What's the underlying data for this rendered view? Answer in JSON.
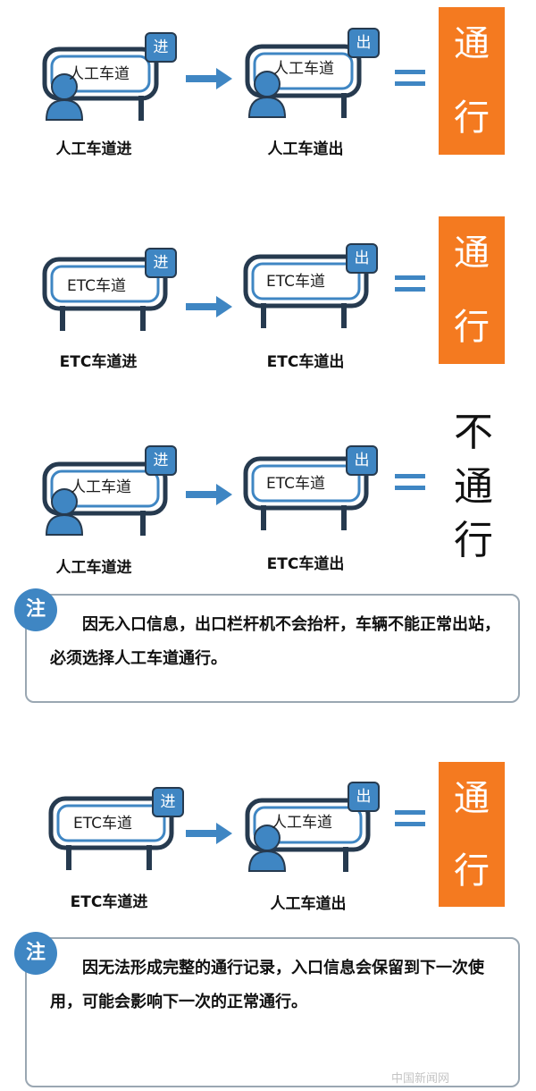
{
  "colors": {
    "accent_blue": "#3f86c3",
    "outline": "#263a4f",
    "pass_orange": "#f47a20",
    "note_border": "#9aa7b2"
  },
  "scenarios": [
    {
      "entry": {
        "sign": "人工车道",
        "tag": "进",
        "caption": "人工车道进",
        "attendant": true
      },
      "exit": {
        "sign": "人工车道",
        "tag": "出",
        "caption": "人工车道出",
        "attendant": true
      },
      "result": {
        "lines": [
          "通",
          "行"
        ],
        "style": "orange"
      }
    },
    {
      "entry": {
        "sign": "ETC车道",
        "tag": "进",
        "caption": "ETC车道进",
        "attendant": false
      },
      "exit": {
        "sign": "ETC车道",
        "tag": "出",
        "caption": "ETC车道出",
        "attendant": false
      },
      "result": {
        "lines": [
          "通",
          "行"
        ],
        "style": "orange"
      }
    },
    {
      "entry": {
        "sign": "人工车道",
        "tag": "进",
        "caption": "人工车道进",
        "attendant": true
      },
      "exit": {
        "sign": "ETC车道",
        "tag": "出",
        "caption": "ETC车道出",
        "attendant": false
      },
      "result": {
        "lines": [
          "不",
          "通",
          "行"
        ],
        "style": "plain"
      }
    },
    {
      "entry": {
        "sign": "ETC车道",
        "tag": "进",
        "caption": "ETC车道进",
        "attendant": false
      },
      "exit": {
        "sign": "人工车道",
        "tag": "出",
        "caption": "人工车道出",
        "attendant": true
      },
      "result": {
        "lines": [
          "通",
          "行"
        ],
        "style": "orange"
      }
    }
  ],
  "notes": [
    {
      "badge": "注",
      "text": "因无入口信息，出口栏杆机不会抬杆，车辆不能正常出站，必须选择人工车道通行。"
    },
    {
      "badge": "注",
      "text": "因无法形成完整的通行记录，入口信息会保留到下一次使用，可能会影响下一次的正常通行。"
    }
  ],
  "watermark": "中国新闻网"
}
